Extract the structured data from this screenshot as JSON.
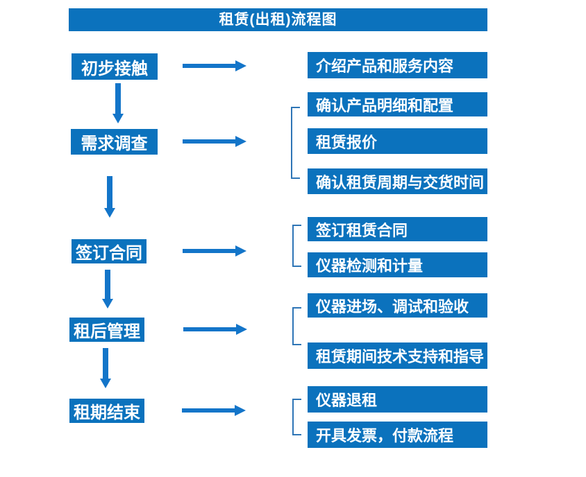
{
  "title": "租赁(出租)流程图",
  "colors": {
    "box": "#0b72bd",
    "arrow": "#1375c9",
    "bracket": "#2e75b6",
    "text": "#ffffff"
  },
  "stages": [
    {
      "label": "初步接触",
      "outputs": [
        "介绍产品和服务内容"
      ]
    },
    {
      "label": "需求调查",
      "outputs": [
        "确认产品明细和配置",
        "租赁报价",
        "确认租赁周期与交货时间"
      ]
    },
    {
      "label": "签订合同",
      "outputs": [
        "签订租赁合同",
        "仪器检测和计量"
      ]
    },
    {
      "label": "租后管理",
      "outputs": [
        "仪器进场、调试和验收",
        "租赁期间技术支持和指导"
      ]
    },
    {
      "label": "租期结束",
      "outputs": [
        "仪器退租",
        "开具发票，付款流程"
      ]
    }
  ]
}
